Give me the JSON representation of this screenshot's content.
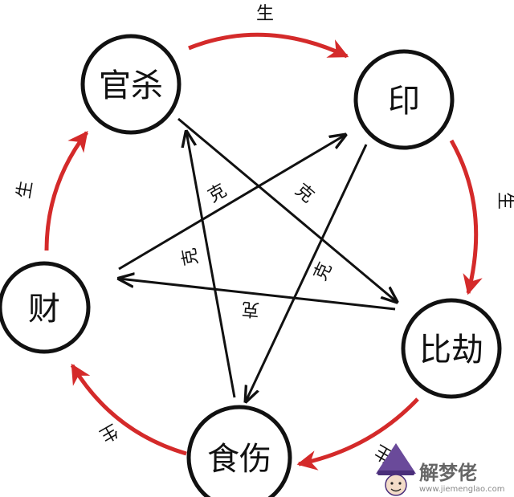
{
  "nodes": [
    {
      "id": "guansha",
      "label": "官杀"
    },
    {
      "id": "yin",
      "label": "印"
    },
    {
      "id": "bijie",
      "label": "比劫"
    },
    {
      "id": "shishang",
      "label": "食伤"
    },
    {
      "id": "cai",
      "label": "财"
    }
  ],
  "sheng_edges": [
    {
      "from": "guansha",
      "to": "yin",
      "label": "生"
    },
    {
      "from": "yin",
      "to": "bijie",
      "label": "生"
    },
    {
      "from": "bijie",
      "to": "shishang",
      "label": "生"
    },
    {
      "from": "shishang",
      "to": "cai",
      "label": "生"
    },
    {
      "from": "cai",
      "to": "guansha",
      "label": "生"
    }
  ],
  "ke_edges": [
    {
      "from": "guansha",
      "to": "bijie",
      "label": "克"
    },
    {
      "from": "yin",
      "to": "shishang",
      "label": "克"
    },
    {
      "from": "bijie",
      "to": "cai",
      "label": "克"
    },
    {
      "from": "shishang",
      "to": "guansha",
      "label": "克"
    },
    {
      "from": "cai",
      "to": "yin",
      "label": "克"
    }
  ],
  "watermark": {
    "title": "解梦佬",
    "url": "www.jiemenglao.com"
  },
  "colors": {
    "sheng": "#d42a2a",
    "ke": "#111111",
    "circle": "#111111"
  }
}
